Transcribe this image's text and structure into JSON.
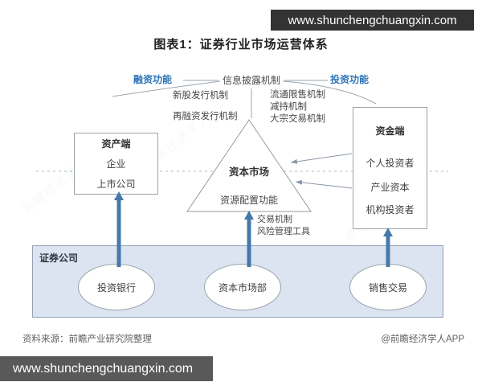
{
  "top_bar": {
    "url": "www.shunchengchuangxin.com"
  },
  "bottom_bar": {
    "url": "www.shunchengchuangxin.com"
  },
  "title": "图表1：证券行业市场运营体系",
  "watermark": "前瞻经济学人",
  "diagram": {
    "function_labels": {
      "left": "融资功能",
      "center": "信息披露机制",
      "right": "投资功能"
    },
    "left_mechanisms": [
      "新股发行机制",
      "再融资发行机制"
    ],
    "right_mechanisms": [
      "流通限售机制",
      "减持机制",
      "大宗交易机制"
    ],
    "asset_box": {
      "title": "资产端",
      "items": [
        "企业",
        "上市公司"
      ]
    },
    "capital_market": {
      "title": "资本市场",
      "subtitle": "资源配置功能"
    },
    "funding_box": {
      "title": "资金端",
      "items": [
        "个人投资者",
        "产业资本",
        "机构投资者"
      ]
    },
    "arrow_labels": [
      "交易机制",
      "风险管理工具"
    ],
    "securities_company": {
      "title": "证券公司",
      "departments": [
        "投资银行",
        "资本市场部",
        "销售交易"
      ]
    }
  },
  "footer": {
    "source": "资料来源：前瞻产业研究院整理",
    "credit": "@前瞻经济学人APP"
  },
  "colors": {
    "accent_blue": "#2E75B6",
    "arrow_blue": "#4679A9",
    "company_box_fill": "#DBE4F0",
    "bar_dark": "#595959",
    "topbar_dark": "#333333"
  }
}
